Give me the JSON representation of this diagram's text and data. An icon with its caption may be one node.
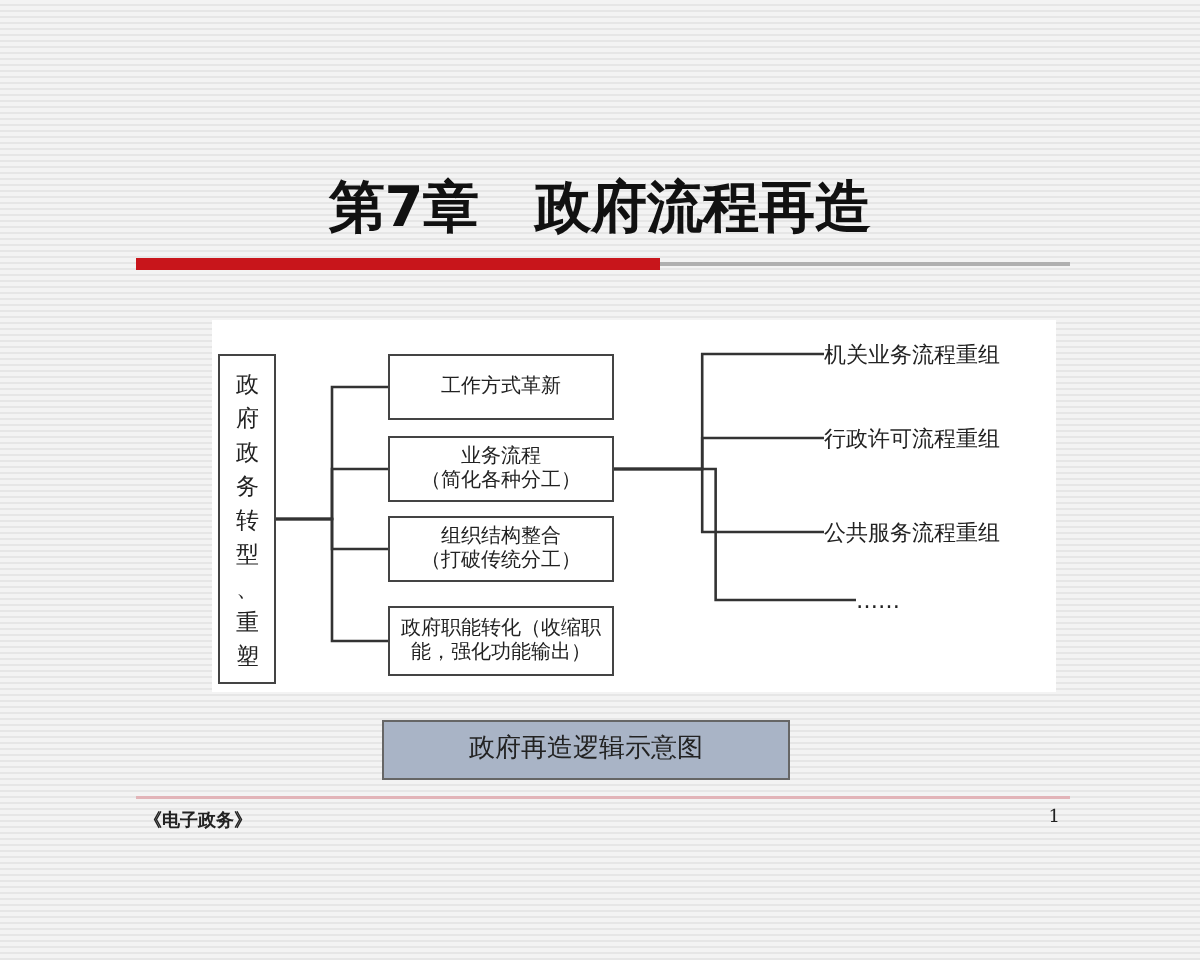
{
  "diagram": {
    "title": "第7章　政府流程再造",
    "nodes": [
      {
        "text": [
          "政府政务转型、重塑"
        ]
      },
      {
        "text": [
          "工作方式革新"
        ]
      },
      {
        "text": [
          "业务流程",
          "（简化各种分工）"
        ]
      },
      {
        "text": [
          "组织结构整合",
          "（打破传统分工）"
        ]
      },
      {
        "text": [
          "政府职能转化（收缩职能，强化功能输出）"
        ]
      },
      {
        "text": [
          "机关业务流程重组"
        ]
      },
      {
        "text": [
          "行政许可流程重组"
        ]
      },
      {
        "text": [
          "公共服务流程重组"
        ]
      },
      {
        "text": [
          "……"
        ]
      },
      {
        "text": [
          "政府再造逻辑示意图"
        ]
      }
    ],
    "edges": [
      {
        "from": 0,
        "to": 1,
        "arrow": "none"
      },
      {
        "from": 0,
        "to": 2,
        "arrow": "none"
      },
      {
        "from": 0,
        "to": 3,
        "arrow": "none"
      },
      {
        "from": 0,
        "to": 4,
        "arrow": "none"
      },
      {
        "from": 2,
        "to": 5,
        "arrow": "none"
      },
      {
        "from": 2,
        "to": 6,
        "arrow": "none"
      },
      {
        "from": 2,
        "to": 7,
        "arrow": "none"
      },
      {
        "from": 2,
        "to": 8,
        "arrow": "none"
      }
    ],
    "labels": [
      "《电子政务》",
      "1"
    ]
  }
}
